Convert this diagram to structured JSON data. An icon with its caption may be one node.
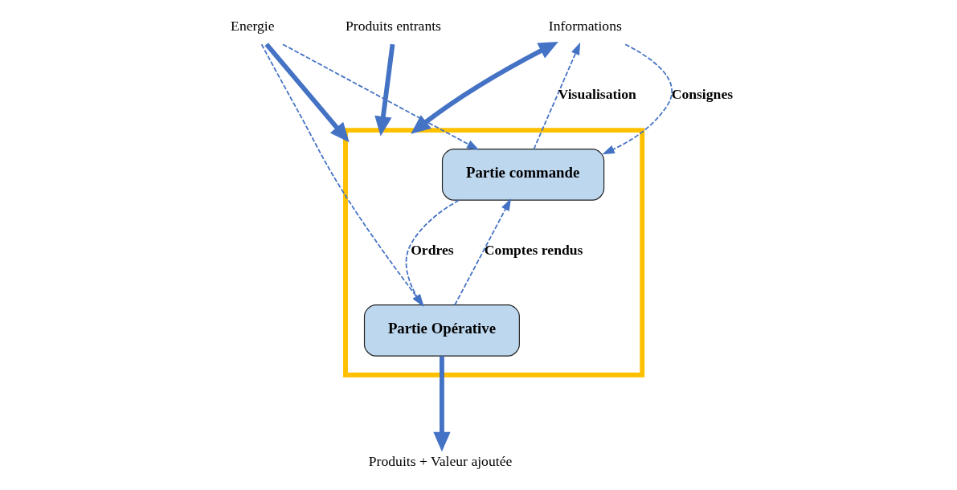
{
  "diagram": {
    "nodes": [
      {
        "text": [],
        "shape": "box"
      },
      {
        "text": [
          "Partie commande"
        ],
        "in": 0
      },
      {
        "text": [
          "Partie Opérative"
        ],
        "in": 0
      },
      {
        "text": [
          "Informations"
        ]
      },
      {
        "text": [
          "Energie"
        ]
      },
      {
        "text": [
          "Produits entrants"
        ]
      },
      {
        "text": [
          "Produits + Valeur ajoutée"
        ]
      }
    ],
    "edges": [
      {
        "from": 3,
        "to": 0,
        "arrow": "both",
        "style": "thick"
      },
      {
        "from": 4,
        "to": 0,
        "arrow": "to",
        "style": "thick"
      },
      {
        "from": 3,
        "to": 1,
        "arrow": "to",
        "style": "dashed",
        "label": "Consignes"
      },
      {
        "from": 1,
        "to": 3,
        "arrow": "to",
        "style": "dashed",
        "label": "Visualisation"
      },
      {
        "from": 4,
        "to": 1,
        "arrow": "to",
        "style": "dashed"
      },
      {
        "from": 4,
        "to": 2,
        "arrow": "to",
        "style": "dashed"
      },
      {
        "from": 1,
        "to": 2,
        "arrow": "to",
        "style": "dashed",
        "label": "Ordres"
      },
      {
        "from": 2,
        "to": 1,
        "arrow": "to",
        "style": "dashed",
        "label": "Comptes rendus"
      },
      {
        "from": 5,
        "to": 0,
        "arrow": "to",
        "style": "thick"
      },
      {
        "from": 2,
        "to": 6,
        "arrow": "to",
        "style": "thick"
      }
    ]
  }
}
